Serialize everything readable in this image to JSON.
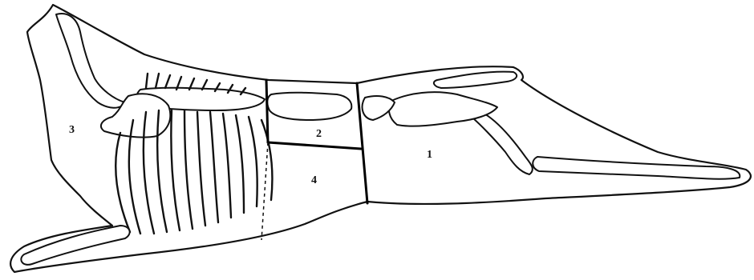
{
  "region_labels": {
    "hind_quarter": "1",
    "loin": "2",
    "fore_quarter": "3",
    "flank": "4"
  }
}
